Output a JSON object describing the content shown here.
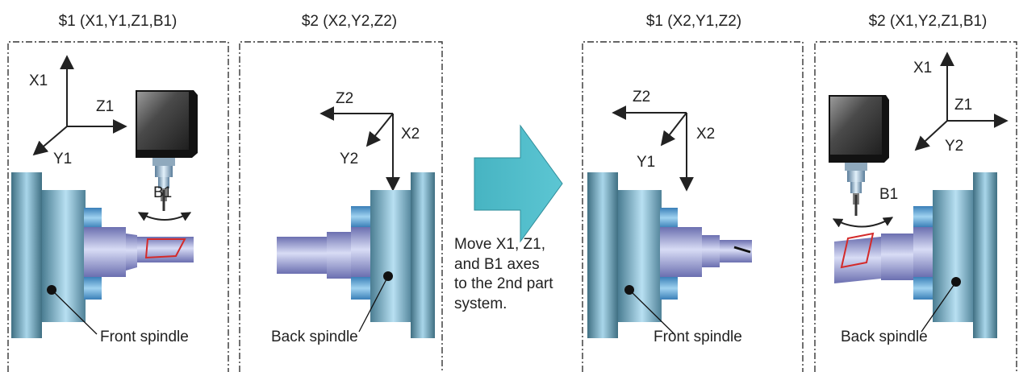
{
  "panels": [
    {
      "title": "$1 (X1,Y1,Z1,B1)",
      "spindle_label": "Front spindle"
    },
    {
      "title": "$2 (X2,Y2,Z2)",
      "spindle_label": "Back spindle"
    },
    {
      "title": "$1 (X2,Y1,Z2)",
      "spindle_label": "Front spindle"
    },
    {
      "title": "$2 (X1,Y2,Z1,B1)",
      "spindle_label": "Back spindle"
    }
  ],
  "axes": {
    "p1": {
      "x": "X1",
      "y": "Y1",
      "z": "Z1",
      "b": "B1"
    },
    "p2": {
      "x": "X2",
      "y": "Y2",
      "z": "Z2"
    },
    "p3": {
      "x": "X2",
      "y": "Y1",
      "z": "Z2"
    },
    "p4": {
      "x": "X1",
      "y": "Y2",
      "z": "Z1",
      "b": "B1"
    }
  },
  "caption_lines": [
    "Move X1, Z1,",
    "and B1 axes",
    "to the 2nd part",
    "system."
  ],
  "colors": {
    "arrow": "#4bbcc9",
    "workpiece_mark": "#d42a2a",
    "frame": "#333333"
  }
}
